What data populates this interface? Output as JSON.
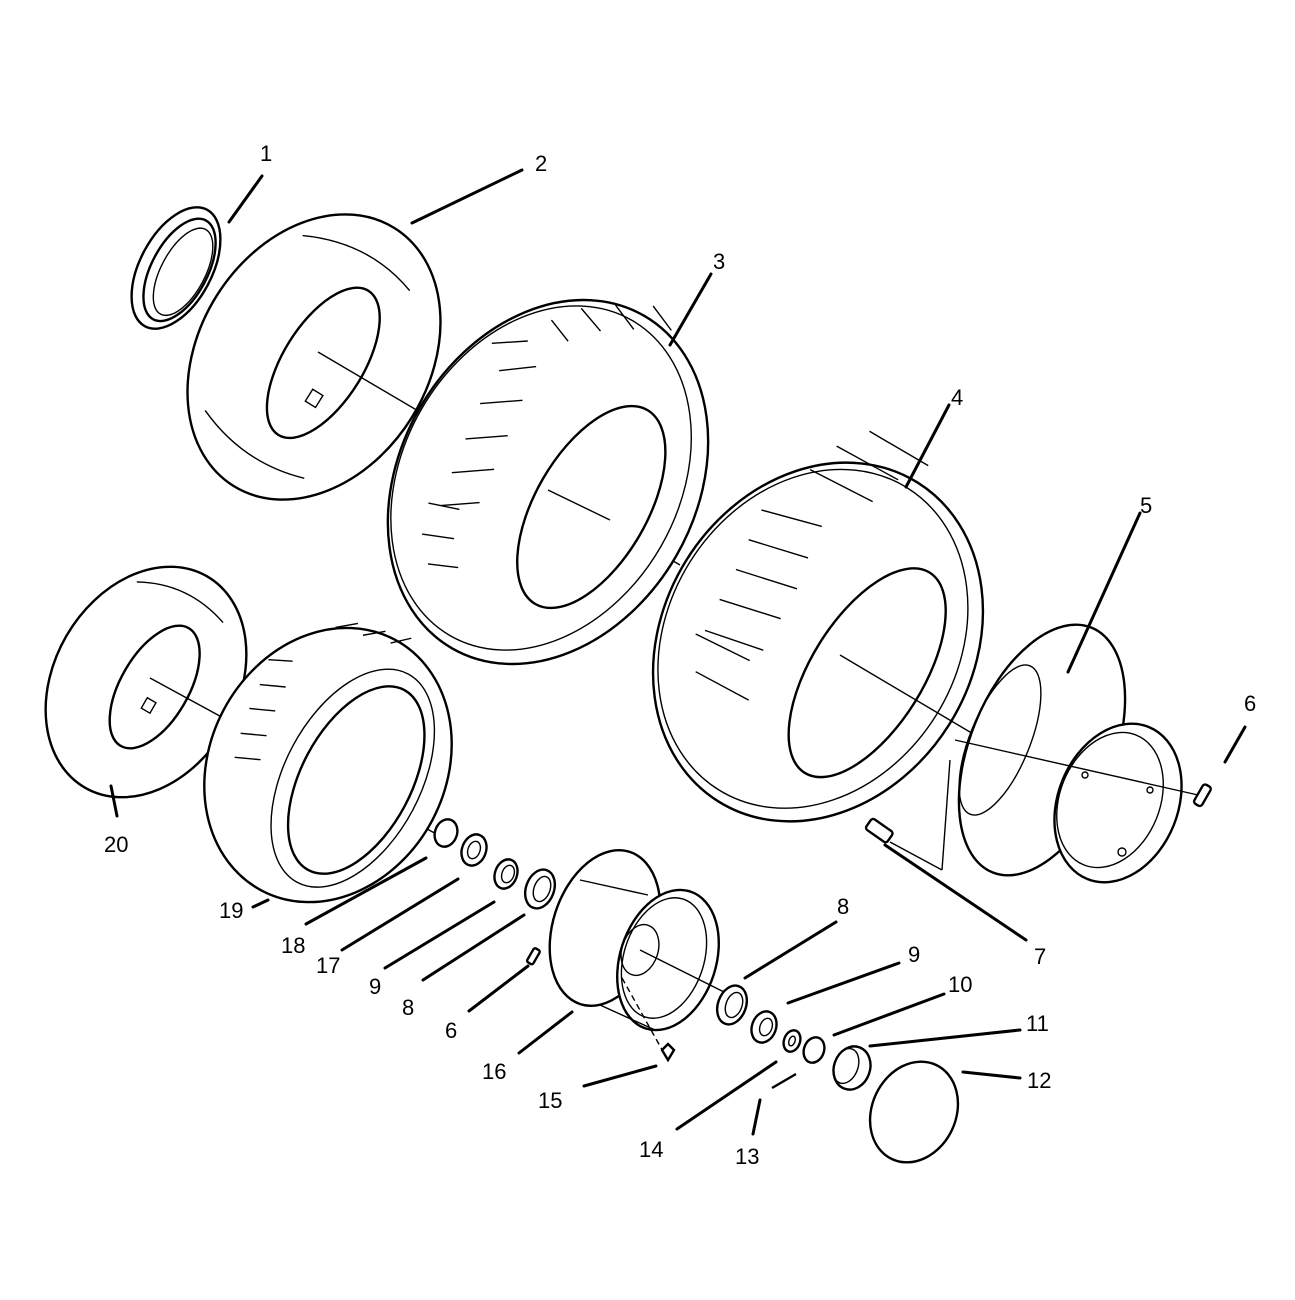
{
  "diagram": {
    "callouts": [
      {
        "id": "c1",
        "label": "1"
      },
      {
        "id": "c2",
        "label": "2"
      },
      {
        "id": "c3",
        "label": "3"
      },
      {
        "id": "c4",
        "label": "4"
      },
      {
        "id": "c5",
        "label": "5"
      },
      {
        "id": "c6a",
        "label": "6"
      },
      {
        "id": "c7",
        "label": "7"
      },
      {
        "id": "c8a",
        "label": "8"
      },
      {
        "id": "c9a",
        "label": "9"
      },
      {
        "id": "c10",
        "label": "10"
      },
      {
        "id": "c11",
        "label": "11"
      },
      {
        "id": "c12",
        "label": "12"
      },
      {
        "id": "c13",
        "label": "13"
      },
      {
        "id": "c14",
        "label": "14"
      },
      {
        "id": "c15",
        "label": "15"
      },
      {
        "id": "c16",
        "label": "16"
      },
      {
        "id": "c6b",
        "label": "6"
      },
      {
        "id": "c8b",
        "label": "8"
      },
      {
        "id": "c9b",
        "label": "9"
      },
      {
        "id": "c17",
        "label": "17"
      },
      {
        "id": "c18",
        "label": "18"
      },
      {
        "id": "c19",
        "label": "19"
      },
      {
        "id": "c20",
        "label": "20"
      }
    ]
  }
}
